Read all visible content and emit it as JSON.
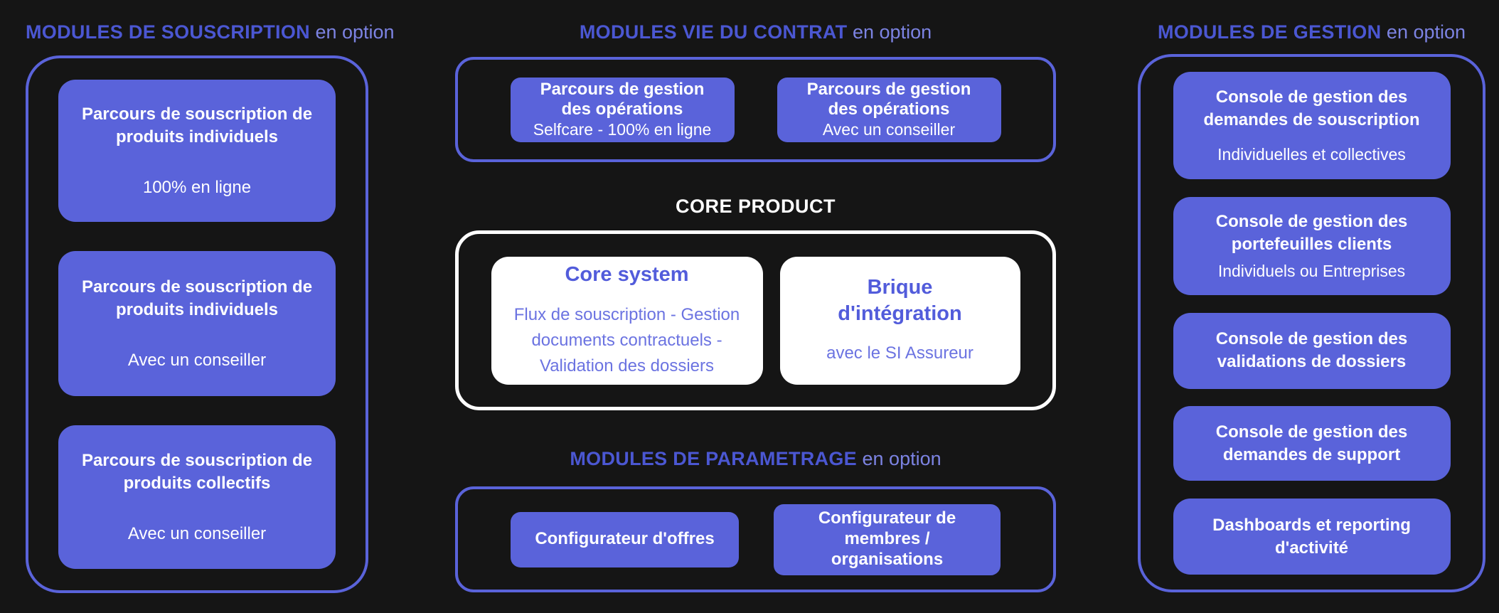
{
  "colors": {
    "background": "#151515",
    "purple": "#5A63DA",
    "header_bold": "#4B57D2",
    "header_light": "#7C83E2",
    "core_title": "#525CDB",
    "core_body": "#6B73E1",
    "white": "#FFFFFF"
  },
  "sections": {
    "souscription": {
      "header_bold": "MODULES DE SOUSCRIPTION",
      "header_light": "en option",
      "cards": [
        {
          "title": "Parcours de souscription de produits individuels",
          "subtitle": "100% en ligne"
        },
        {
          "title": "Parcours de souscription de produits individuels",
          "subtitle": "Avec un conseiller"
        },
        {
          "title": "Parcours de souscription de produits collectifs",
          "subtitle": "Avec un conseiller"
        }
      ]
    },
    "vie_du_contrat": {
      "header_bold": "MODULES VIE DU CONTRAT",
      "header_light": "en option",
      "cards": [
        {
          "title": "Parcours de gestion des opérations",
          "subtitle": "Selfcare - 100% en ligne"
        },
        {
          "title": "Parcours de gestion des opérations",
          "subtitle": "Avec un conseiller"
        }
      ]
    },
    "core_product": {
      "header": "CORE PRODUCT",
      "cards": [
        {
          "title": "Core system",
          "subtitle": "Flux de souscription - Gestion documents contractuels - Validation des dossiers"
        },
        {
          "title": "Brique d'intégration",
          "subtitle": "avec le SI Assureur"
        }
      ]
    },
    "parametrage": {
      "header_bold": "MODULES DE PARAMETRAGE",
      "header_light": "en option",
      "cards": [
        {
          "title": "Configurateur d'offres"
        },
        {
          "title": "Configurateur de membres / organisations"
        }
      ]
    },
    "gestion": {
      "header_bold": "MODULES DE GESTION",
      "header_light": "en option",
      "cards": [
        {
          "title": "Console de gestion des demandes de souscription",
          "subtitle": "Individuelles et collectives"
        },
        {
          "title": "Console de gestion des portefeuilles clients",
          "subtitle": "Individuels ou Entreprises"
        },
        {
          "title": "Console de gestion des validations de dossiers"
        },
        {
          "title": "Console de gestion des demandes de support"
        },
        {
          "title": "Dashboards et reporting d'activité"
        }
      ]
    }
  }
}
